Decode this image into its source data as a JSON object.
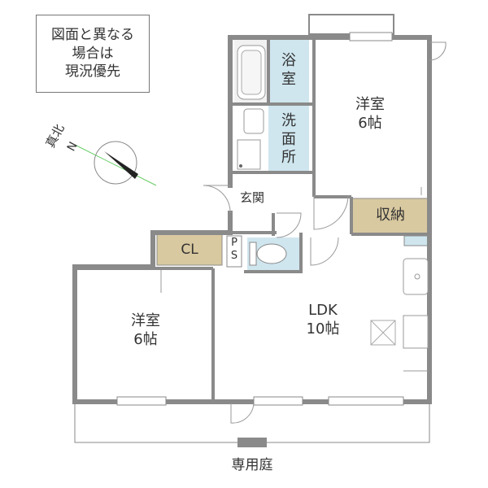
{
  "notice": {
    "lines": [
      "図面と異なる",
      "場合は",
      "現況優先"
    ]
  },
  "compass": {
    "direction_label": "真北",
    "north_letter": "N"
  },
  "rooms": {
    "bath": "浴\n室",
    "washroom": "洗\n面\n所",
    "western_room_top": {
      "type": "洋室",
      "size": "6帖"
    },
    "entrance": "玄関",
    "storage": "収納",
    "closet": "CL",
    "pipe_space": "P\nS",
    "ldk": {
      "type": "LDK",
      "size": "10帖"
    },
    "western_room_left": {
      "type": "洋室",
      "size": "6帖"
    }
  },
  "garden_label": "専用庭",
  "colors": {
    "wall": "#8a8a8a",
    "wet_area": "#cfe6ef",
    "storage_fill": "#d9c9a0",
    "fixture": "#f4f4f4"
  }
}
